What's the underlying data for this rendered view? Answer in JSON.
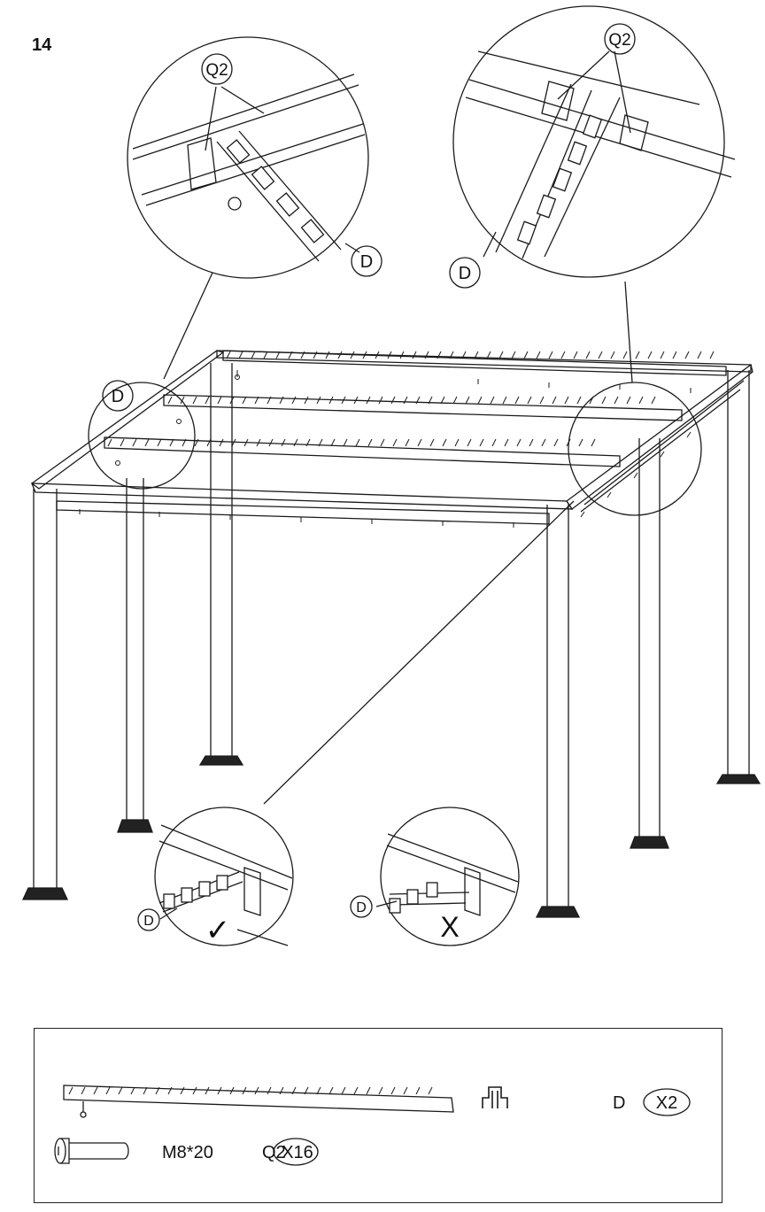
{
  "step": {
    "number": "14"
  },
  "callouts": {
    "part_d": "D",
    "fastener_q2": "Q2",
    "correct_mark": "✓",
    "incorrect_mark": "X"
  },
  "parts_list": {
    "louver_beam": {
      "code": "D",
      "quantity": "X2"
    },
    "bolt": {
      "size": "M8*20",
      "code": "Q2",
      "quantity": "X16"
    }
  },
  "colors": {
    "line": "#1a1a1a",
    "background": "#ffffff"
  }
}
